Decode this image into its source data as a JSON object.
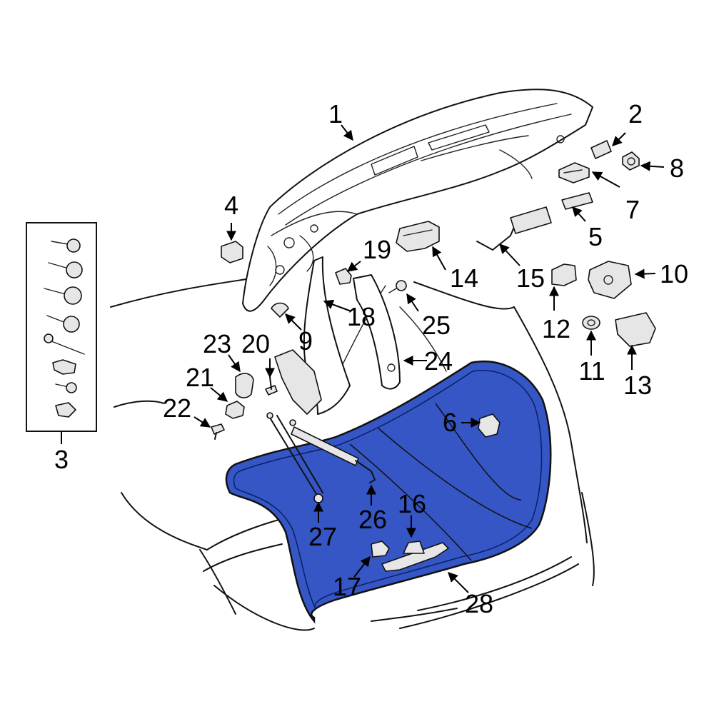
{
  "callouts": {
    "c1": "1",
    "c2": "2",
    "c3": "3",
    "c4": "4",
    "c5": "5",
    "c6": "6",
    "c7": "7",
    "c8": "8",
    "c9": "9",
    "c10": "10",
    "c11": "11",
    "c12": "12",
    "c13": "13",
    "c14": "14",
    "c15": "15",
    "c16": "16",
    "c17": "17",
    "c18": "18",
    "c19": "19",
    "c20": "20",
    "c21": "21",
    "c22": "22",
    "c23": "23",
    "c24": "24",
    "c25": "25",
    "c26": "26",
    "c27": "27",
    "c28": "28"
  },
  "colors": {
    "highlight_seal": "#3556c4",
    "line": "#111111",
    "background": "#ffffff"
  }
}
